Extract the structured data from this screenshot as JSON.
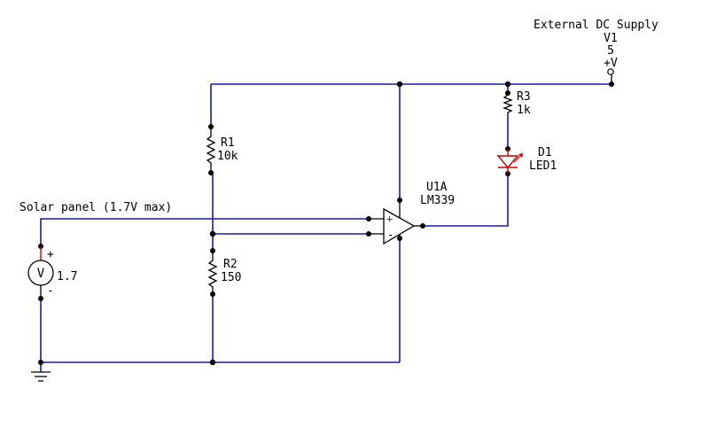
{
  "supply": {
    "title": "External DC Supply",
    "ref": "V1",
    "value": "5",
    "terminal": "+V"
  },
  "source": {
    "label": "Solar panel (1.7V max)",
    "symbol": "V",
    "plus": "+",
    "minus": "-",
    "value": "1.7"
  },
  "r1": {
    "ref": "R1",
    "value": "10k"
  },
  "r2": {
    "ref": "R2",
    "value": "150"
  },
  "r3": {
    "ref": "R3",
    "value": "1k"
  },
  "d1": {
    "ref": "D1",
    "value": "LED1"
  },
  "u1": {
    "ref": "U1A",
    "value": "LM339",
    "plus": "+",
    "minus": "-"
  },
  "colors": {
    "wire": "#1a1aa6",
    "component": "#000000",
    "plus_sign": "#cc0000",
    "led": "#cc0000"
  }
}
